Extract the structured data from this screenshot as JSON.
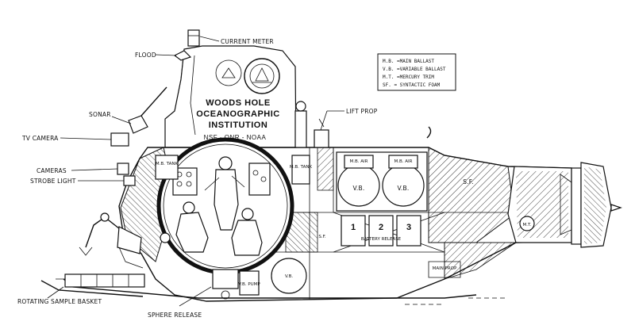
{
  "callouts": {
    "current_meter": "CURRENT METER",
    "flood": "FLOOD",
    "sonar": "SONAR",
    "tv_camera": "TV CAMERA",
    "cameras": "CAMERAS",
    "strobe_light": "STROBE LIGHT",
    "lift_prop": "LIFT PROP",
    "rotating_sample_basket": "ROTATING SAMPLE BASKET",
    "sphere_release": "SPHERE RELEASE"
  },
  "sail": {
    "line1": "WOODS HOLE",
    "line2": "OCEANOGRAPHIC",
    "line3": "INSTITUTION",
    "line4": "NSF - ONR - NOAA"
  },
  "legend": {
    "line1": "M.B. =MAIN BALLAST",
    "line2": "V.B. =VARIABLE BALLAST",
    "line3": "M.T. =MERCURY TRIM",
    "line4": "SF. = SYNTACTIC FOAM"
  },
  "inner": {
    "mb_tank_left": "M.B. TANK",
    "mb_tank_right": "M.B. TANK",
    "mb_air_1": "M.B. AIR",
    "mb_air_2": "M.B. AIR",
    "vb_1": "V.B.",
    "vb_2": "V.B.",
    "sf_right": "S.F.",
    "sf_low": "S.F.",
    "mt": "M.T.",
    "battery_1": "1",
    "battery_2": "2",
    "battery_3": "3",
    "battery_release": "BATTERY RELEASE",
    "vb_pump": "V.B. PUMP",
    "vb_low": "V.B.",
    "main_prop": "MAIN PROP"
  }
}
